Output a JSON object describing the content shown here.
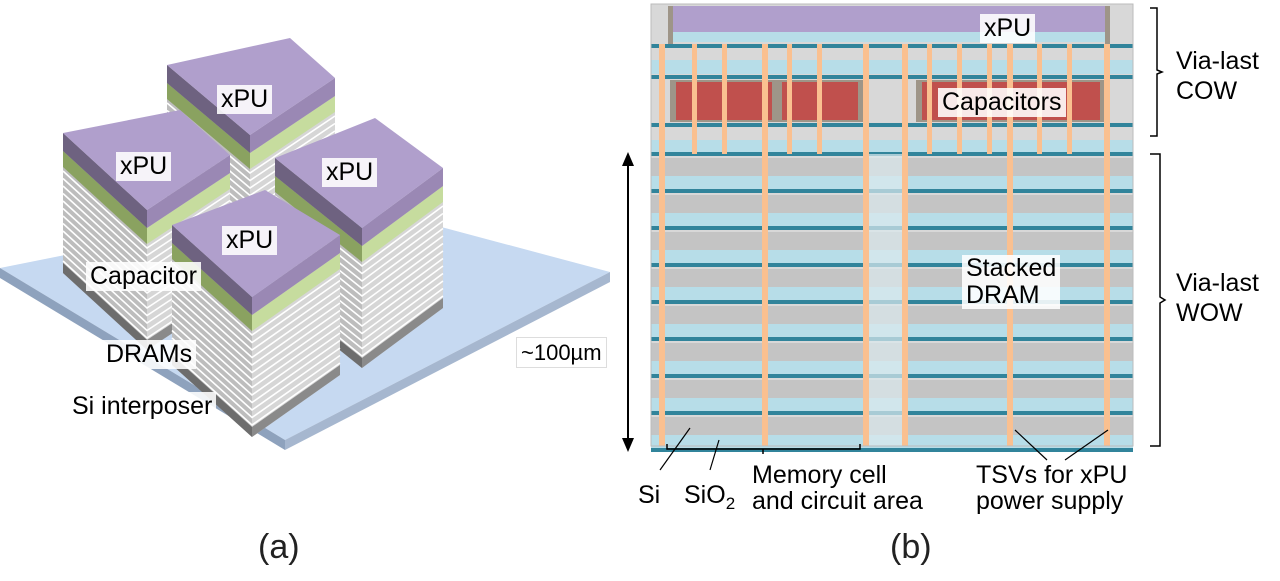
{
  "panel_a": {
    "caption": "(a)",
    "chips": [
      "xPU",
      "xPU",
      "xPU",
      "xPU"
    ],
    "labels": {
      "capacitor": "Capacitor",
      "drams": "DRAMs",
      "interposer": "Si interposer"
    }
  },
  "panel_b": {
    "caption": "(b)",
    "xpu": "xPU",
    "capacitors": "Capacitors",
    "stacked_dram": [
      "Stacked",
      "DRAM"
    ],
    "height": "~100µm",
    "bottom_labels": {
      "si": "Si",
      "sio2_base": "SiO",
      "sio2_sub": "2",
      "memory": [
        "Memory cell",
        "and circuit area"
      ],
      "tsv": [
        "TSVs for xPU",
        "power supply"
      ]
    },
    "brackets": [
      {
        "line1": "Via-last",
        "line2": "COW"
      },
      {
        "line1": "Via-last",
        "line2": "WOW"
      }
    ]
  },
  "colors": {
    "xpu_purple": "#b09fcc",
    "xpu_side": "#6e6280",
    "capacitor_green": "#c6dc9e",
    "capacitor_red": "#c0504d",
    "dram_gray": "#c4c4c4",
    "oxide_blue": "#b7dde8",
    "wire_teal": "#31849b",
    "tsv_orange": "#fac090",
    "interposer_blue": "#c6d9f1"
  }
}
